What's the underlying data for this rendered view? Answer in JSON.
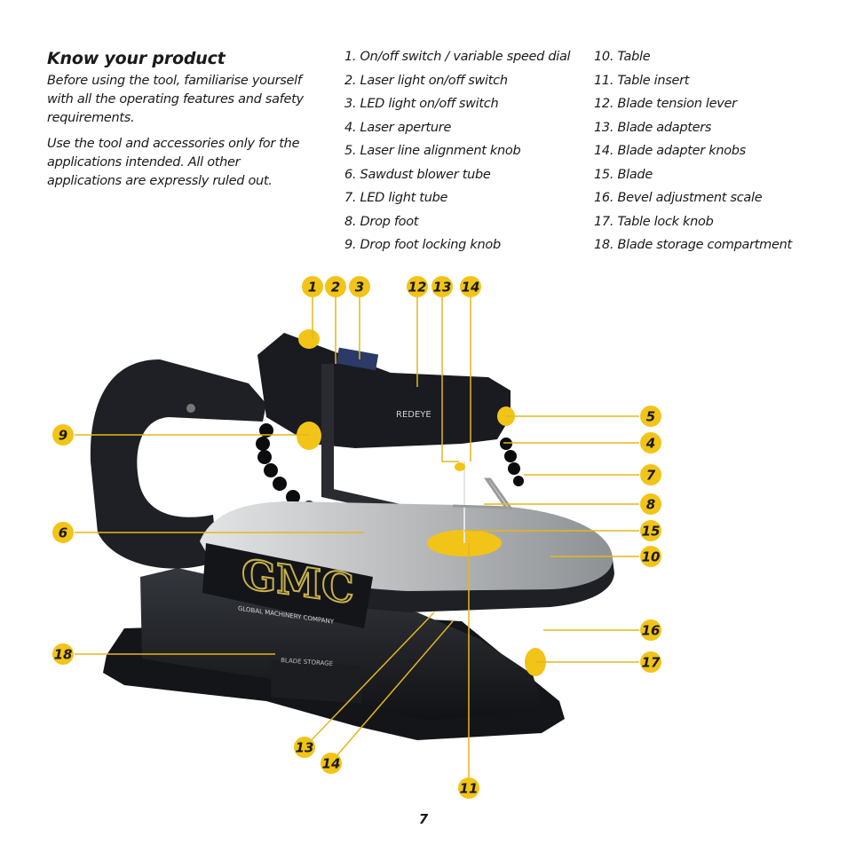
{
  "section": {
    "title": "Know your product",
    "paragraphs": [
      "Before using the tool, familiarise yourself with all the operating features and safety requirements.",
      "Use the tool and accessories only for the applications intended. All other applications are expressly ruled out."
    ]
  },
  "parts_col1": [
    "1. On/off switch / variable speed dial",
    "2. Laser light on/off switch",
    "3. LED light on/off switch",
    "4. Laser aperture",
    "5. Laser line alignment knob",
    "6. Sawdust blower tube",
    "7. LED light tube",
    "8. Drop foot",
    "9. Drop foot locking knob"
  ],
  "parts_col2": [
    "10. Table",
    "11. Table insert",
    "12. Blade tension lever",
    "13. Blade adapters",
    "14. Blade adapter knobs",
    "15. Blade",
    "16. Bevel adjustment scale",
    "17. Table lock knob",
    "18. Blade storage compartment"
  ],
  "callouts": {
    "c1": "1",
    "c2": "2",
    "c3": "3",
    "c12": "12",
    "c13a": "13",
    "c14a": "14",
    "c9": "9",
    "c5": "5",
    "c4": "4",
    "c7": "7",
    "c8": "8",
    "c6": "6",
    "c15": "15",
    "c10": "10",
    "c16": "16",
    "c17": "17",
    "c18": "18",
    "c13b": "13",
    "c14b": "14",
    "c11": "11"
  },
  "machine": {
    "brand_logo": "GMC",
    "brand_subtitle": "GLOBAL MACHINERY COMPANY",
    "arm_label": "REDEYE",
    "storage_label": "BLADE STORAGE"
  },
  "colors": {
    "badge": "#f2c418",
    "leader": "#e3b71e",
    "machine_dark": "#1d1f24",
    "table_grey": "#b4b6b8"
  },
  "page_number": "7"
}
